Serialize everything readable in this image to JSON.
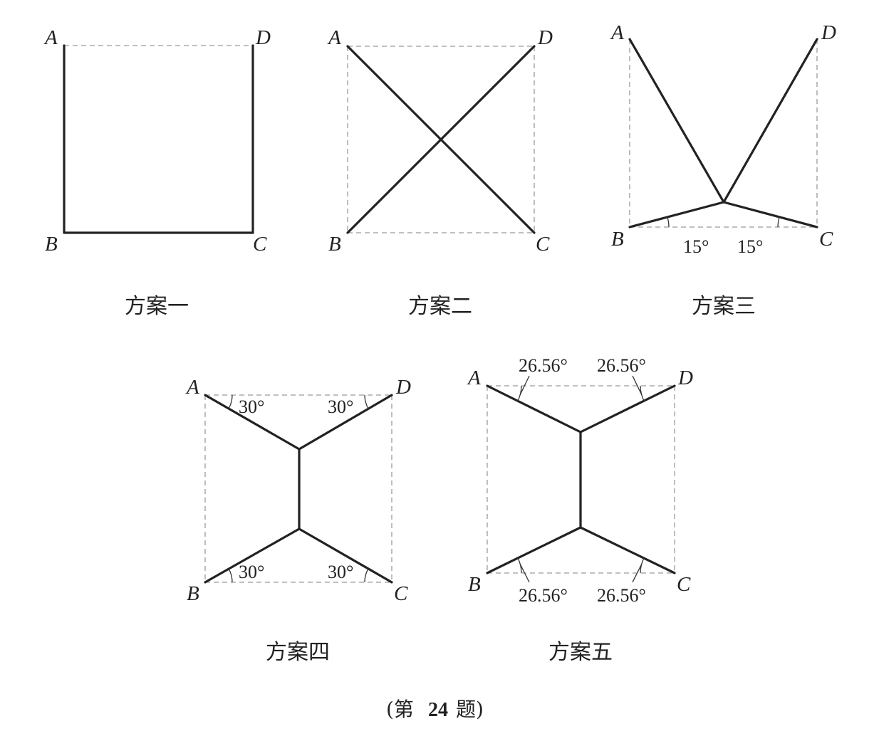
{
  "vertex_labels": {
    "A": "A",
    "B": "B",
    "C": "C",
    "D": "D"
  },
  "schemes": [
    {
      "caption": "方案一",
      "angles": []
    },
    {
      "caption": "方案二",
      "angles": []
    },
    {
      "caption": "方案三",
      "angles": [
        "15°",
        "15°"
      ]
    },
    {
      "caption": "方案四",
      "angles": [
        "30°",
        "30°",
        "30°",
        "30°"
      ]
    },
    {
      "caption": "方案五",
      "angles": [
        "26.56°",
        "26.56°",
        "26.56°",
        "26.56°"
      ]
    }
  ],
  "problem_label": {
    "open": "(第",
    "number": "24",
    "close": "题)"
  },
  "colors": {
    "line": "#222222",
    "dashed": "#9a9a9a",
    "background": "#ffffff"
  }
}
